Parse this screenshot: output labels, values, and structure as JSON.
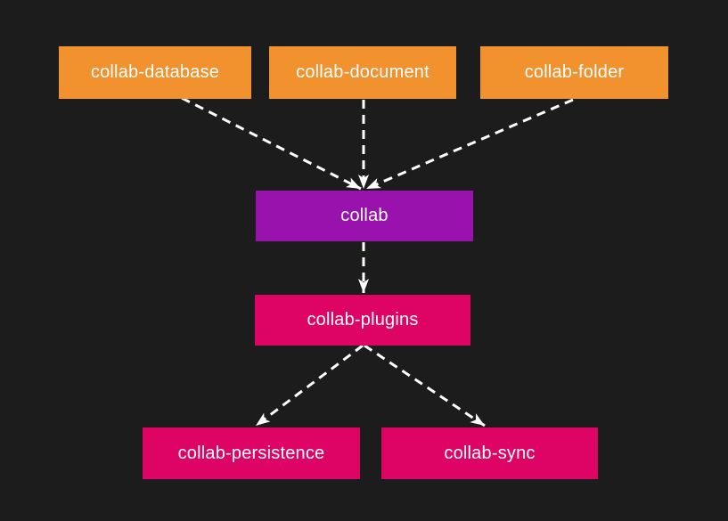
{
  "canvas": {
    "background": "#1c1c1c"
  },
  "diagram": {
    "type": "dependency-graph",
    "nodes": [
      {
        "id": "collab-database",
        "label": "collab-database",
        "fill": "#f1922e",
        "text_color": "#ffffff"
      },
      {
        "id": "collab-document",
        "label": "collab-document",
        "fill": "#f1922e",
        "text_color": "#ffffff"
      },
      {
        "id": "collab-folder",
        "label": "collab-folder",
        "fill": "#f1922e",
        "text_color": "#ffffff"
      },
      {
        "id": "collab",
        "label": "collab",
        "fill": "#9a12ae",
        "text_color": "#ffffff"
      },
      {
        "id": "collab-plugins",
        "label": "collab-plugins",
        "fill": "#de0466",
        "text_color": "#ffffff"
      },
      {
        "id": "collab-persistence",
        "label": "collab-persistence",
        "fill": "#de0466",
        "text_color": "#ffffff"
      },
      {
        "id": "collab-sync",
        "label": "collab-sync",
        "fill": "#de0466",
        "text_color": "#ffffff"
      }
    ],
    "edges": [
      {
        "from": "collab-database",
        "to": "collab"
      },
      {
        "from": "collab-document",
        "to": "collab"
      },
      {
        "from": "collab-folder",
        "to": "collab"
      },
      {
        "from": "collab",
        "to": "collab-plugins"
      },
      {
        "from": "collab-plugins",
        "to": "collab-persistence"
      },
      {
        "from": "collab-plugins",
        "to": "collab-sync"
      }
    ],
    "edge_style": {
      "color": "#ffffff",
      "line": "dashed",
      "arrowhead": "filled-triangle"
    }
  }
}
